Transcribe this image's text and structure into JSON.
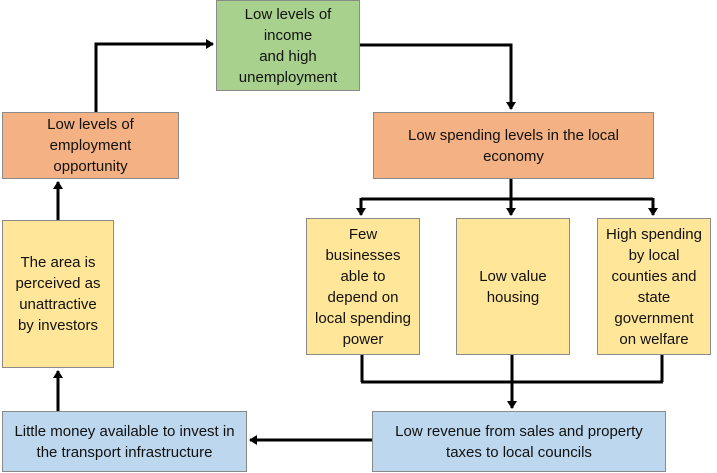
{
  "diagram": {
    "nodes": {
      "low_income": "Low levels of income\nand high\nunemployment",
      "low_spending": "Low spending levels in the local\neconomy",
      "few_businesses": "Few\nbusinesses\nable to\ndepend on\nlocal spending\npower",
      "low_value_housing": "Low value\nhousing",
      "high_spending_welfare": "High spending\nby local\ncounties and\nstate\ngovernment\non welfare",
      "low_revenue": "Low revenue from sales and property\ntaxes to local councils",
      "little_money": "Little money available to invest in\nthe transport infrastructure",
      "unattractive_area": "The area is\nperceived as\nunattractive\nby investors",
      "low_employment": "Low levels of\nemployment\nopportunity"
    },
    "colors": {
      "green": "#a9d18e",
      "salmon": "#f4b183",
      "yellow": "#ffe699",
      "blue": "#bdd7ee",
      "arrow": "#000000"
    }
  }
}
